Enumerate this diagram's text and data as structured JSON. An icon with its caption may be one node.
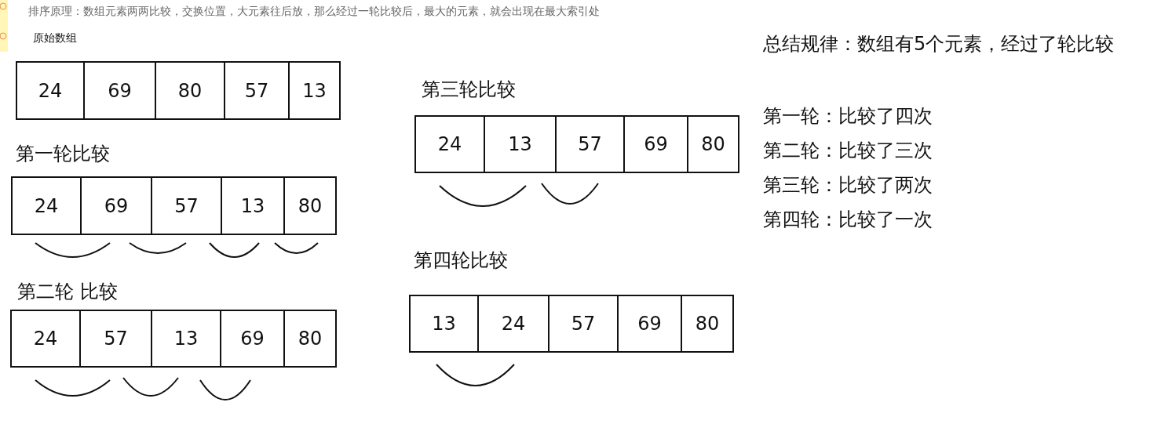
{
  "diagram": {
    "title": "排序原理：数组元素两两比较，交换位置，大元素往后放，那么经过一轮比较后，最大的元素，就会出现在最大索引处",
    "nodes": [
      {
        "text": [
          "原始数组"
        ]
      },
      {
        "text": [
          "24"
        ],
        "in": 0
      },
      {
        "text": [
          "69"
        ],
        "in": 0
      },
      {
        "text": [
          "80"
        ],
        "in": 0
      },
      {
        "text": [
          "57"
        ],
        "in": 0
      },
      {
        "text": [
          "13"
        ],
        "in": 0
      },
      {
        "text": [
          "第一轮比较"
        ]
      },
      {
        "text": [
          "24"
        ],
        "in": 6
      },
      {
        "text": [
          "69"
        ],
        "in": 6
      },
      {
        "text": [
          "57"
        ],
        "in": 6
      },
      {
        "text": [
          "13"
        ],
        "in": 6
      },
      {
        "text": [
          "80"
        ],
        "in": 6
      },
      {
        "text": [
          "第二轮 比较"
        ]
      },
      {
        "text": [
          "24"
        ],
        "in": 12
      },
      {
        "text": [
          "57"
        ],
        "in": 12
      },
      {
        "text": [
          "13"
        ],
        "in": 12
      },
      {
        "text": [
          "69"
        ],
        "in": 12
      },
      {
        "text": [
          "80"
        ],
        "in": 12
      },
      {
        "text": [
          "第三轮比较"
        ]
      },
      {
        "text": [
          "24"
        ],
        "in": 18
      },
      {
        "text": [
          "13"
        ],
        "in": 18
      },
      {
        "text": [
          "57"
        ],
        "in": 18
      },
      {
        "text": [
          "69"
        ],
        "in": 18
      },
      {
        "text": [
          "80"
        ],
        "in": 18
      },
      {
        "text": [
          "第四轮比较"
        ]
      },
      {
        "text": [
          "13"
        ],
        "in": 24
      },
      {
        "text": [
          "24"
        ],
        "in": 24
      },
      {
        "text": [
          "57"
        ],
        "in": 24
      },
      {
        "text": [
          "69"
        ],
        "in": 24
      },
      {
        "text": [
          "80"
        ],
        "in": 24
      }
    ],
    "labels": [
      "总结规律：数组有5个元素，经过了轮比较",
      "第一轮：比较了四次",
      "第二轮：比较了三次",
      "第三轮：比较了两次",
      "第四轮：比较了一次"
    ]
  }
}
